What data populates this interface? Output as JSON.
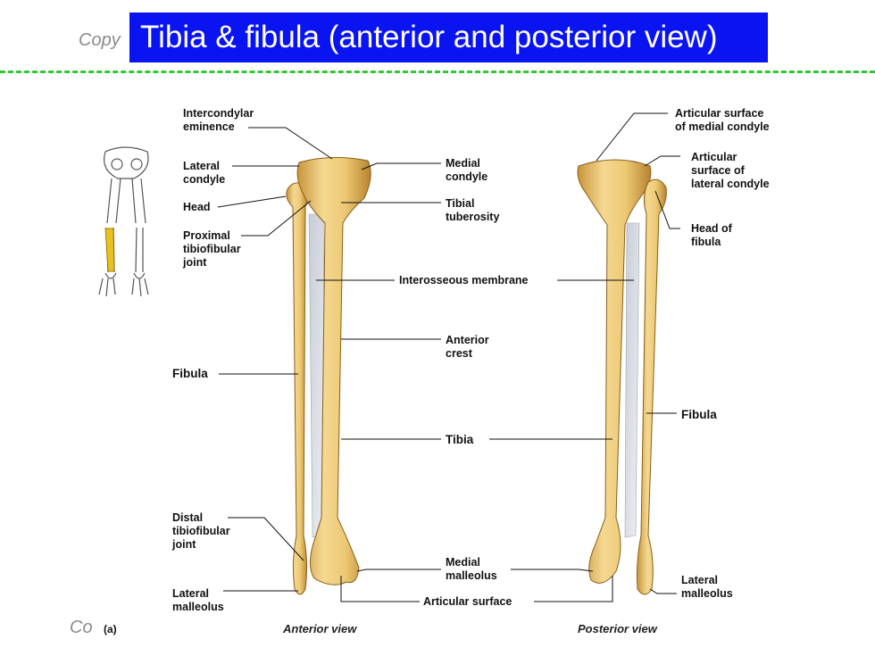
{
  "header": {
    "copyright_left": "Copy",
    "title": "Tibia & fibula (anterior and posterior view)"
  },
  "labels": {
    "intercondylar": "Intercondylar\neminence",
    "lateral_condyle": "Lateral\ncondyle",
    "head": "Head",
    "proximal_joint": "Proximal\ntibiofibular\njoint",
    "fibula_left": "Fibula",
    "distal_joint": "Distal\ntibiofibular\njoint",
    "lateral_malleolus_left": "Lateral\nmalleolus",
    "medial_condyle": "Medial\ncondyle",
    "tibial_tuberosity": "Tibial\ntuberosity",
    "interosseous": "Interosseous membrane",
    "anterior_crest": "Anterior\ncrest",
    "tibia": "Tibia",
    "medial_malleolus": "Medial\nmalleolus",
    "articular_surface": "Articular surface",
    "artic_medial": "Articular surface\nof medial condyle",
    "artic_lateral": "Articular\nsurface of\nlateral condyle",
    "head_fibula": "Head of\nfibula",
    "fibula_right": "Fibula",
    "lateral_malleolus_right": "Lateral\nmalleolus"
  },
  "views": {
    "anterior": "Anterior view",
    "posterior": "Posterior view"
  },
  "footer": {
    "copyright_left": "Co",
    "panel": "(a)"
  },
  "colors": {
    "title_bg": "#0a14f0",
    "divider": "#32c832",
    "bone": "#e8c06a",
    "bone_dark": "#b8862e",
    "thumb_highlight": "#e8c020"
  }
}
